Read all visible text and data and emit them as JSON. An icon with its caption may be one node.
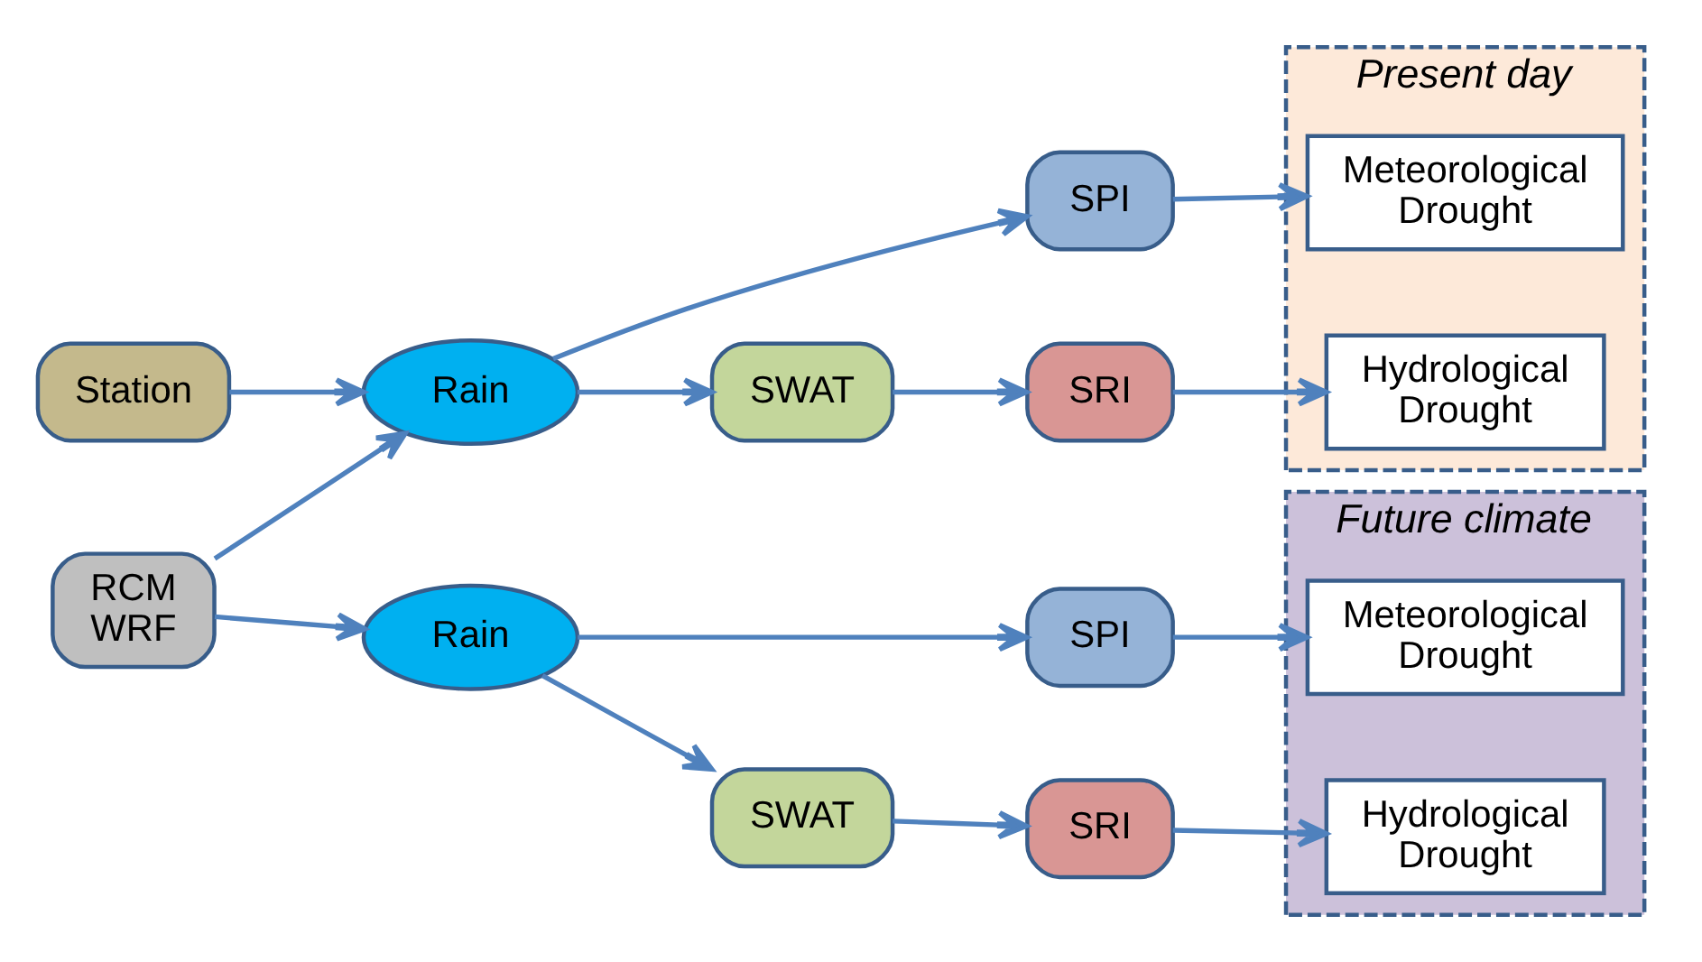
{
  "diagram": {
    "nodes": [
      {
        "text": [
          "Station"
        ]
      },
      {
        "text": [
          "RCM WRF"
        ]
      },
      {
        "text": [
          "Rain"
        ]
      },
      {
        "text": [
          "SPI"
        ]
      },
      {
        "text": [
          "SWAT"
        ]
      },
      {
        "text": [
          "SRI"
        ]
      },
      {
        "text": [
          "Present day"
        ]
      },
      {
        "text": [
          "Meteorological Drought"
        ],
        "in": 6
      },
      {
        "text": [
          "Hydrological Drought"
        ],
        "in": 6
      },
      {
        "text": [
          "Rain"
        ]
      },
      {
        "text": [
          "SPI"
        ]
      },
      {
        "text": [
          "SWAT"
        ]
      },
      {
        "text": [
          "SRI"
        ]
      },
      {
        "text": [
          "Future climate"
        ]
      },
      {
        "text": [
          "Meteorological Drought"
        ],
        "in": 13
      },
      {
        "text": [
          "Hydrological Drought"
        ],
        "in": 13
      }
    ],
    "edges": [
      {
        "from": 0,
        "to": 2,
        "arrow": "to"
      },
      {
        "from": 1,
        "to": 2,
        "arrow": "to"
      },
      {
        "from": 1,
        "to": 9,
        "arrow": "to"
      },
      {
        "from": 2,
        "to": 3,
        "arrow": "to"
      },
      {
        "from": 2,
        "to": 4,
        "arrow": "to"
      },
      {
        "from": 4,
        "to": 5,
        "arrow": "to"
      },
      {
        "from": 3,
        "to": 7,
        "arrow": "to"
      },
      {
        "from": 5,
        "to": 8,
        "arrow": "to"
      },
      {
        "from": 9,
        "to": 10,
        "arrow": "to"
      },
      {
        "from": 9,
        "to": 11,
        "arrow": "to"
      },
      {
        "from": 11,
        "to": 12,
        "arrow": "to"
      },
      {
        "from": 10,
        "to": 14,
        "arrow": "to"
      },
      {
        "from": 12,
        "to": 15,
        "arrow": "to"
      }
    ]
  }
}
